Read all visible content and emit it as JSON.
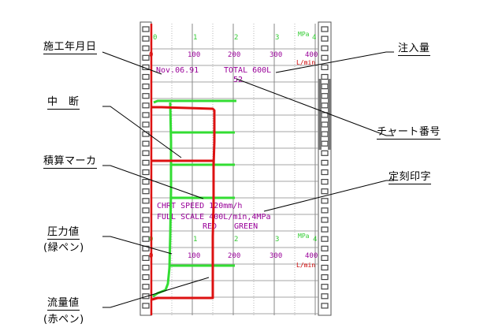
{
  "labels": {
    "construction_date": "施工年月日",
    "interruption": "中　断",
    "integration_marker": "積算マーカ",
    "pressure_value": "圧力値",
    "pressure_pen": "(緑ペン)",
    "flow_value": "流量値",
    "flow_pen": "(赤ペン)",
    "injection_volume": "注入量",
    "chart_number": "チャート番号",
    "fixed_print": "定刻印字"
  },
  "chart": {
    "pressure_ticks": [
      "0",
      "1",
      "2",
      "3",
      "4"
    ],
    "pressure_unit": "MPa",
    "flow_ticks": [
      "0",
      "100",
      "200",
      "300",
      "400"
    ],
    "flow_unit": "L/min",
    "date_text": "Nov.06.91",
    "total_text": "TOTAL 600L",
    "chart_no": "52",
    "speed_text": "CHRT SPEED 120mm/h",
    "scale_text": "FULL SCALE 400L/min,4MPa",
    "red_legend": "RED",
    "green_legend": "GREEN"
  },
  "colors": {
    "pressure": "#33dd33",
    "flow": "#dd1111",
    "print": "#990099",
    "grid": "#888888"
  }
}
